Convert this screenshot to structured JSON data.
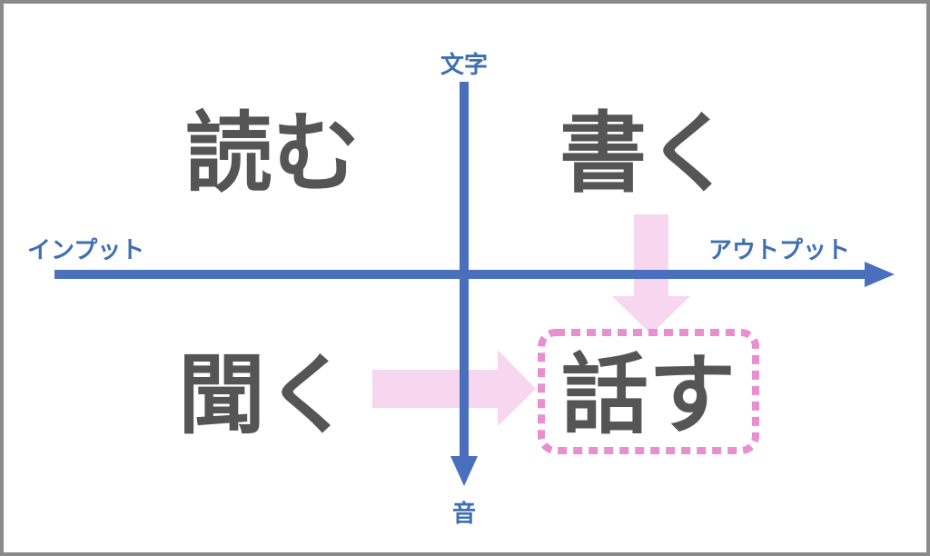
{
  "diagram": {
    "axis_top_label": "文字",
    "axis_bottom_label": "音",
    "axis_left_label": "インプット",
    "axis_right_label": "アウトプット",
    "quadrant_top_left": "読む",
    "quadrant_top_right": "書く",
    "quadrant_bottom_left": "聞く",
    "quadrant_bottom_right": "話す"
  },
  "colors": {
    "axis": "#4a6fbd",
    "arrow": "#f7d6ef",
    "highlight_border": "#e98ed0",
    "text": "#555555",
    "frame": "#8a8a8a"
  }
}
